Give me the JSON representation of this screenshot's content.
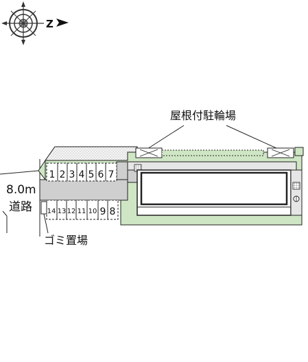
{
  "compass": {
    "north_label": "Z"
  },
  "labels": {
    "roof_bicycle_parking": "屋根付駐輪場",
    "road_width": "8.0m",
    "road": "道路",
    "garbage": "ゴミ置場"
  },
  "parking": {
    "north_row": [
      "1",
      "2",
      "3",
      "4",
      "5",
      "6",
      "7"
    ],
    "south_row": [
      "14",
      "13",
      "12",
      "11",
      "10",
      "9",
      "8"
    ]
  },
  "colors": {
    "green": "#cfe6c4",
    "gray": "#cfcfcf",
    "line": "#222222"
  }
}
